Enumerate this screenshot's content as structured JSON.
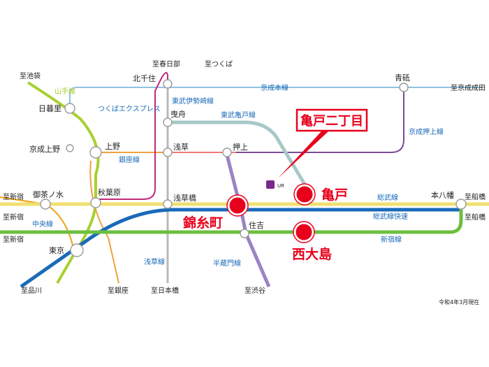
{
  "colors": {
    "yamanote": "#a8d030",
    "keisei": "#8fc3e0",
    "keisei_oshiage": "#7a4b9a",
    "tx": "#c02a7a",
    "hibiya_joban": "#b8b8b8",
    "tobu_isesaki": "#a8c8c8",
    "tobu_kameido": "#9fc0b4",
    "ginza": "#f0a040",
    "asakusa": "#f07878",
    "hanzomon": "#9a84c4",
    "sobu": "#f0e070",
    "sobu_rapid": "#1a6ab8",
    "shinjuku": "#6cbf3f",
    "chuo": "#f0a018",
    "accent_red": "#e8001c"
  },
  "stations": {
    "nippori": "日暮里",
    "keisei_ueno": "京成上野",
    "ueno": "上野",
    "akihabara": "秋葉原",
    "ochanomizu": "御茶ノ水",
    "tokyo": "東京",
    "kitasenju": "北千住",
    "hikifune": "曳舟",
    "asakusa": "浅草",
    "oshiage": "押上",
    "asakusabashi": "浅草橋",
    "aoto": "青砥",
    "motoyawata": "本八幡",
    "sumiyoshi": "住吉"
  },
  "highlights": {
    "kinshicho": "錦糸町",
    "kameido": "亀戸",
    "nishi_ojima": "西大島",
    "target": "亀戸二丁目",
    "ur_mark": "UR"
  },
  "lines": {
    "yamanote": "山手線",
    "keisei": "京成本線",
    "keisei_oshiage": "京成押上線",
    "tx": "つくばエクスプレス",
    "tobu_isesaki": "東武伊勢崎線",
    "tobu_kameido": "東武亀戸線",
    "ginza": "銀座線",
    "sobu": "総武線",
    "sobu_rapid": "総武線快速",
    "chuo": "中央線",
    "shinjuku": "新宿線",
    "asakusa": "浅草線",
    "hanzomon": "半蔵門線"
  },
  "directions": {
    "ikebukuro": "至池袋",
    "kasukabe": "至春日部",
    "tsukuba": "至つくば",
    "narita": "至京成成田",
    "shinjuku_1": "至新宿",
    "shinjuku_2": "至新宿",
    "shinjuku_3": "至新宿",
    "funabashi_1": "至船橋",
    "funabashi_2": "至船橋",
    "shinagawa": "至品川",
    "ginza": "至銀座",
    "nihonbashi": "至日本橋",
    "shibuya": "至渋谷"
  },
  "note": "令和4年3月現在"
}
